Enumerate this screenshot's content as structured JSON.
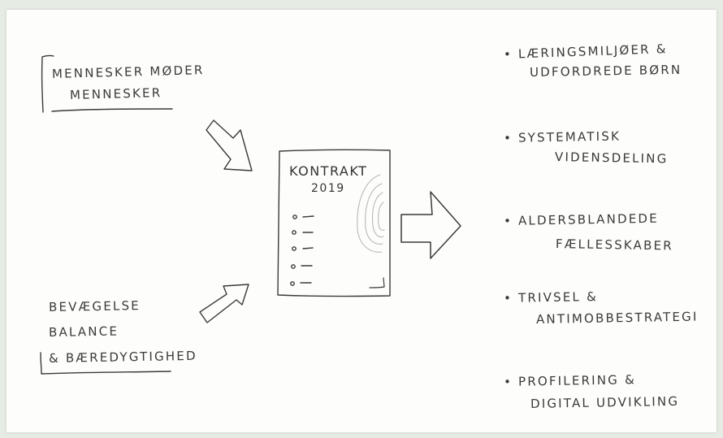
{
  "inputs": {
    "top": {
      "line1": "MENNESKER MØDER",
      "line2": "MENNESKER"
    },
    "bottom": {
      "line1": "BEVÆGELSE",
      "line2": "BALANCE",
      "line3": "& BÆREDYGTIGHED"
    }
  },
  "contract": {
    "title": "KONTRAKT",
    "year": "2019",
    "bullets": [
      "",
      "",
      "",
      "",
      ""
    ]
  },
  "outcomes": [
    {
      "line1": "• LÆRINGSMILJØER &",
      "line2": "UDFORDREDE BØRN"
    },
    {
      "line1": "• SYSTEMATISK",
      "line2": "VIDENSDELING"
    },
    {
      "line1": "• ALDERSBLANDEDE",
      "line2": "FÆLLESSKABER"
    },
    {
      "line1": "• TRIVSEL &",
      "line2": "ANTIMOBBESTRATEGI"
    },
    {
      "line1": "• PROFILERING &",
      "line2": "DIGITAL UDVIKLING"
    }
  ],
  "colors": {
    "ink": "#3a3a3a",
    "pencil": "#b8b8b8",
    "paper": "#fdfdfb",
    "frame": "#e6ebe3"
  }
}
